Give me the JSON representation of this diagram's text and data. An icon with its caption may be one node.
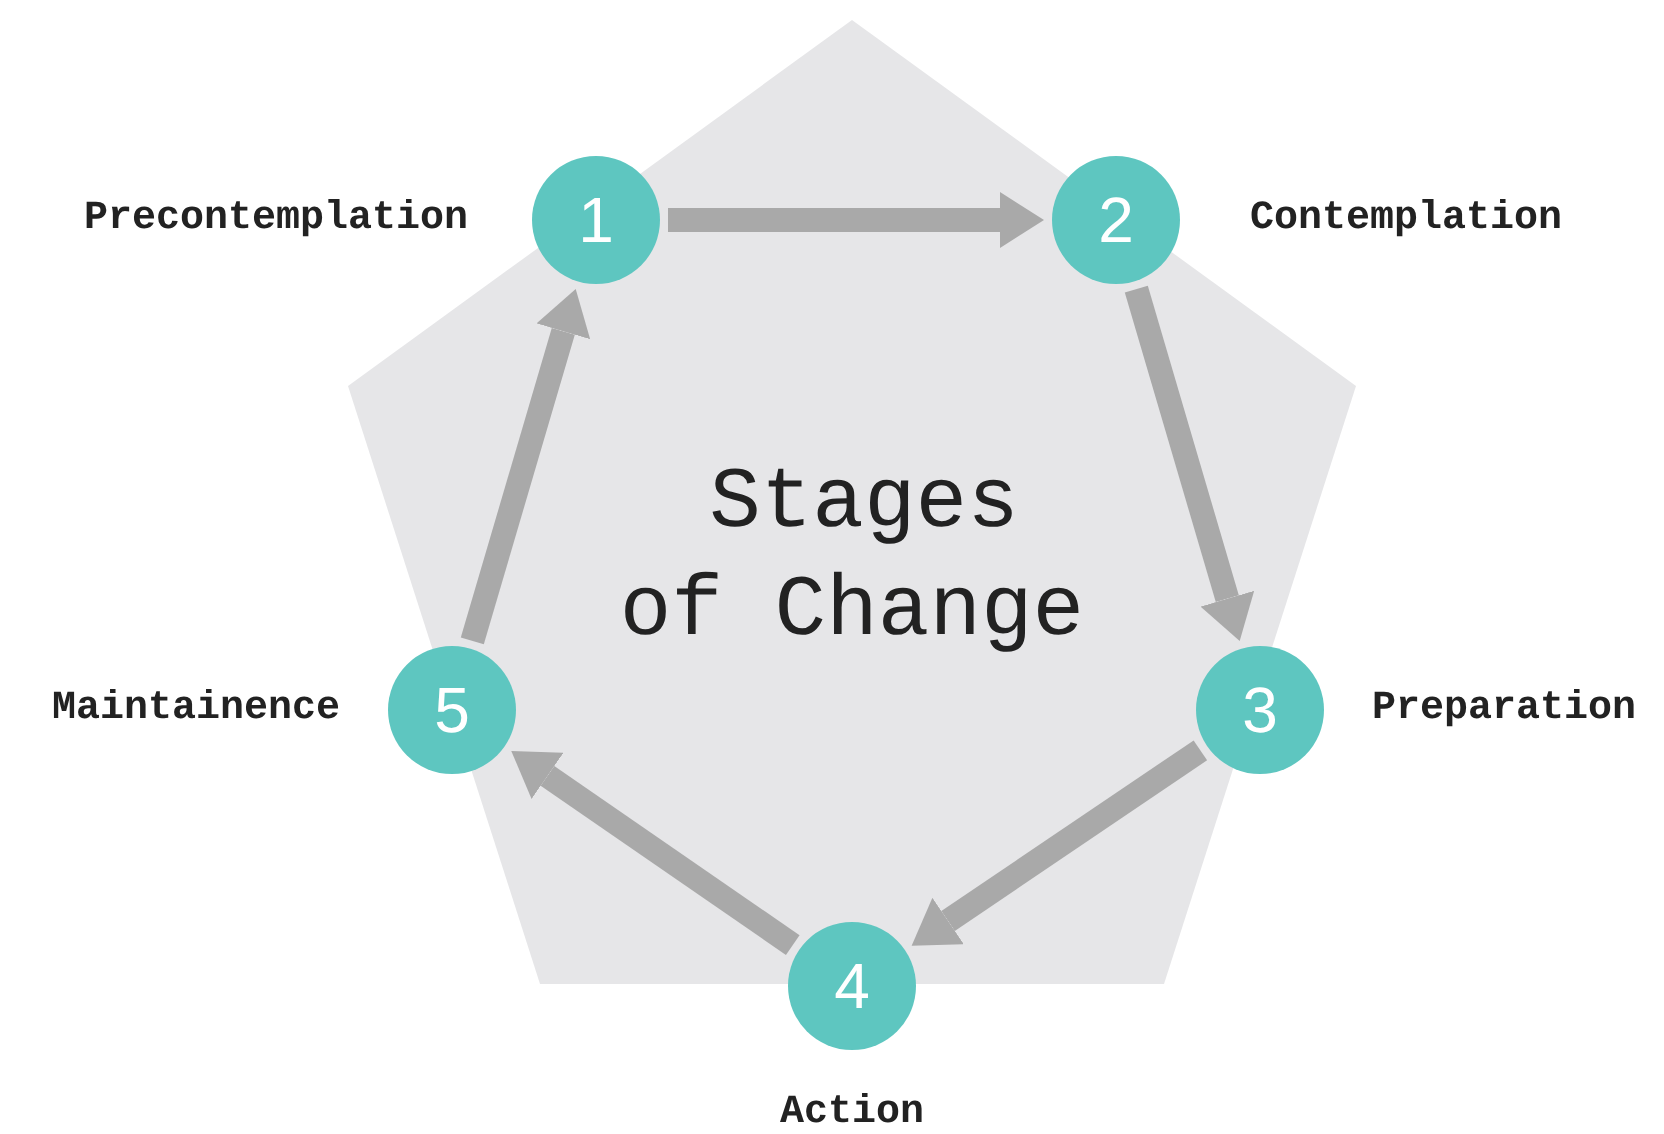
{
  "diagram": {
    "title": "Stages of Change",
    "nodes": [
      {
        "text": [
          "1"
        ],
        "beside": [
          "Precontemplation"
        ]
      },
      {
        "text": [
          "2"
        ],
        "beside": [
          "Contemplation"
        ]
      },
      {
        "text": [
          "3"
        ],
        "beside": [
          "Preparation"
        ]
      },
      {
        "text": [
          "4"
        ],
        "beside": [
          "Action"
        ]
      },
      {
        "text": [
          "5"
        ],
        "beside": [
          "Maintainence"
        ]
      }
    ],
    "edges": [
      {
        "from": 0,
        "to": 1,
        "arrow": "to"
      },
      {
        "from": 1,
        "to": 2,
        "arrow": "to"
      },
      {
        "from": 2,
        "to": 3,
        "arrow": "to"
      },
      {
        "from": 3,
        "to": 4,
        "arrow": "to"
      },
      {
        "from": 4,
        "to": 0,
        "arrow": "to"
      }
    ]
  }
}
